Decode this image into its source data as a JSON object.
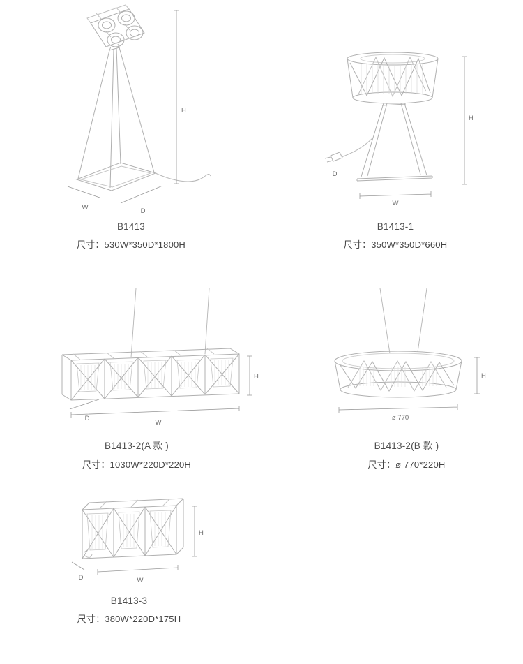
{
  "colors": {
    "background": "#ffffff",
    "drawing_line": "#b0b0b0",
    "dimension_line": "#999999",
    "caption_text": "#4f4f4f",
    "dimension_label": "#6e6e6e"
  },
  "products": [
    {
      "name": "B1413",
      "size": "尺寸：530W*350D*1800H",
      "dims": {
        "h": "H",
        "w": "W",
        "d": "D"
      }
    },
    {
      "name": "B1413-1",
      "size": "尺寸：350W*350D*660H",
      "dims": {
        "h": "H",
        "w": "W",
        "d": "D"
      }
    },
    {
      "name": "B1413-2(A 款 )",
      "size": "尺寸：1030W*220D*220H",
      "dims": {
        "h": "H",
        "w": "W",
        "d": "D"
      }
    },
    {
      "name": "B1413-2(B 款 )",
      "size": "尺寸：ø 770*220H",
      "dims": {
        "h": "H",
        "diameter": "ø 770"
      }
    },
    {
      "name": "B1413-3",
      "size": "尺寸：380W*220D*175H",
      "dims": {
        "h": "H",
        "w": "W",
        "d": "D"
      }
    }
  ]
}
